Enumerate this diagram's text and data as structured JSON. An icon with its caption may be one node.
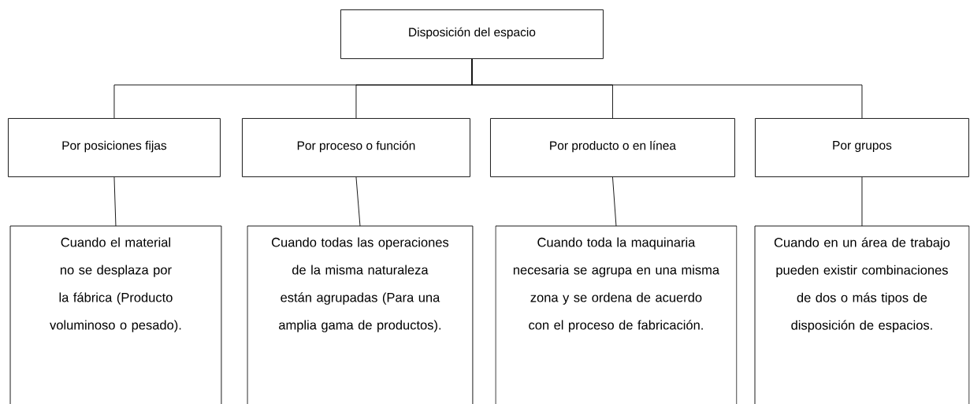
{
  "diagram": {
    "nodes": [
      {
        "text": [
          "Disposición del espacio"
        ]
      },
      {
        "text": [
          "Por posiciones fijas"
        ]
      },
      {
        "text": [
          "Por proceso o función"
        ]
      },
      {
        "text": [
          "Por producto o en línea"
        ]
      },
      {
        "text": [
          "Por grupos"
        ]
      },
      {
        "text": [
          "Cuando el material no se desplaza por la fábrica (Producto voluminoso o pesado)."
        ]
      },
      {
        "text": [
          "Cuando todas las operaciones de la misma naturaleza están agrupadas (Para una amplia gama de productos)."
        ]
      },
      {
        "text": [
          "Cuando toda la maquinaria necesaria se agrupa en una misma zona y se ordena de acuerdo con el proceso de fabricación."
        ]
      },
      {
        "text": [
          "Cuando en un área de trabajo pueden existir combinaciones de dos o más tipos de disposición de espacios."
        ]
      }
    ],
    "edges": [
      {
        "from": 0,
        "to": 1,
        "arrow": "none"
      },
      {
        "from": 0,
        "to": 2,
        "arrow": "none"
      },
      {
        "from": 0,
        "to": 3,
        "arrow": "none"
      },
      {
        "from": 0,
        "to": 4,
        "arrow": "none"
      },
      {
        "from": 1,
        "to": 5,
        "arrow": "none"
      },
      {
        "from": 2,
        "to": 6,
        "arrow": "none"
      },
      {
        "from": 3,
        "to": 7,
        "arrow": "none"
      },
      {
        "from": 4,
        "to": 8,
        "arrow": "none"
      }
    ]
  }
}
